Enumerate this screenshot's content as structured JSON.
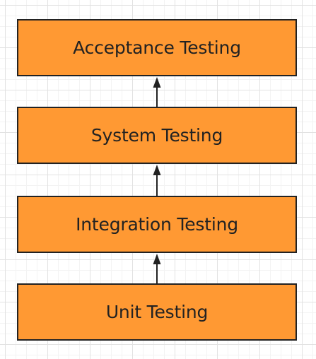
{
  "boxes": {
    "acceptance": "Acceptance Testing",
    "system": "System Testing",
    "integration": "Integration Testing",
    "unit": "Unit Testing"
  },
  "colors": {
    "box_fill": "#ff9933",
    "box_border": "#222222",
    "arrow": "#222222"
  }
}
